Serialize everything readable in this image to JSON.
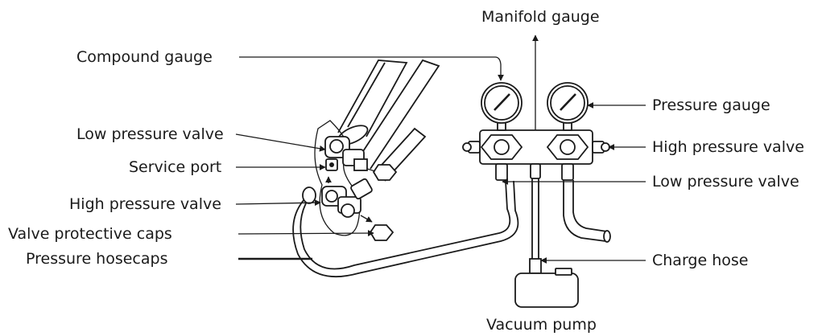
{
  "labels": {
    "manifold_gauge": "Manifold gauge",
    "compound_gauge": "Compound gauge",
    "low_pressure_valve_left": "Low pressure valve",
    "service_port": "Service port",
    "high_pressure_valve_left": "High pressure valve",
    "valve_protective_caps": "Valve protective caps",
    "pressure_hosecaps": "Pressure hosecaps",
    "pressure_gauge": "Pressure gauge",
    "high_pressure_valve_right": "High pressure valve",
    "low_pressure_valve_right": "Low pressure valve",
    "charge_hose": "Charge hose",
    "vacuum_pump": "Vacuum pump"
  },
  "colors": {
    "ink": "#1a1a1a",
    "background": "#ffffff"
  }
}
